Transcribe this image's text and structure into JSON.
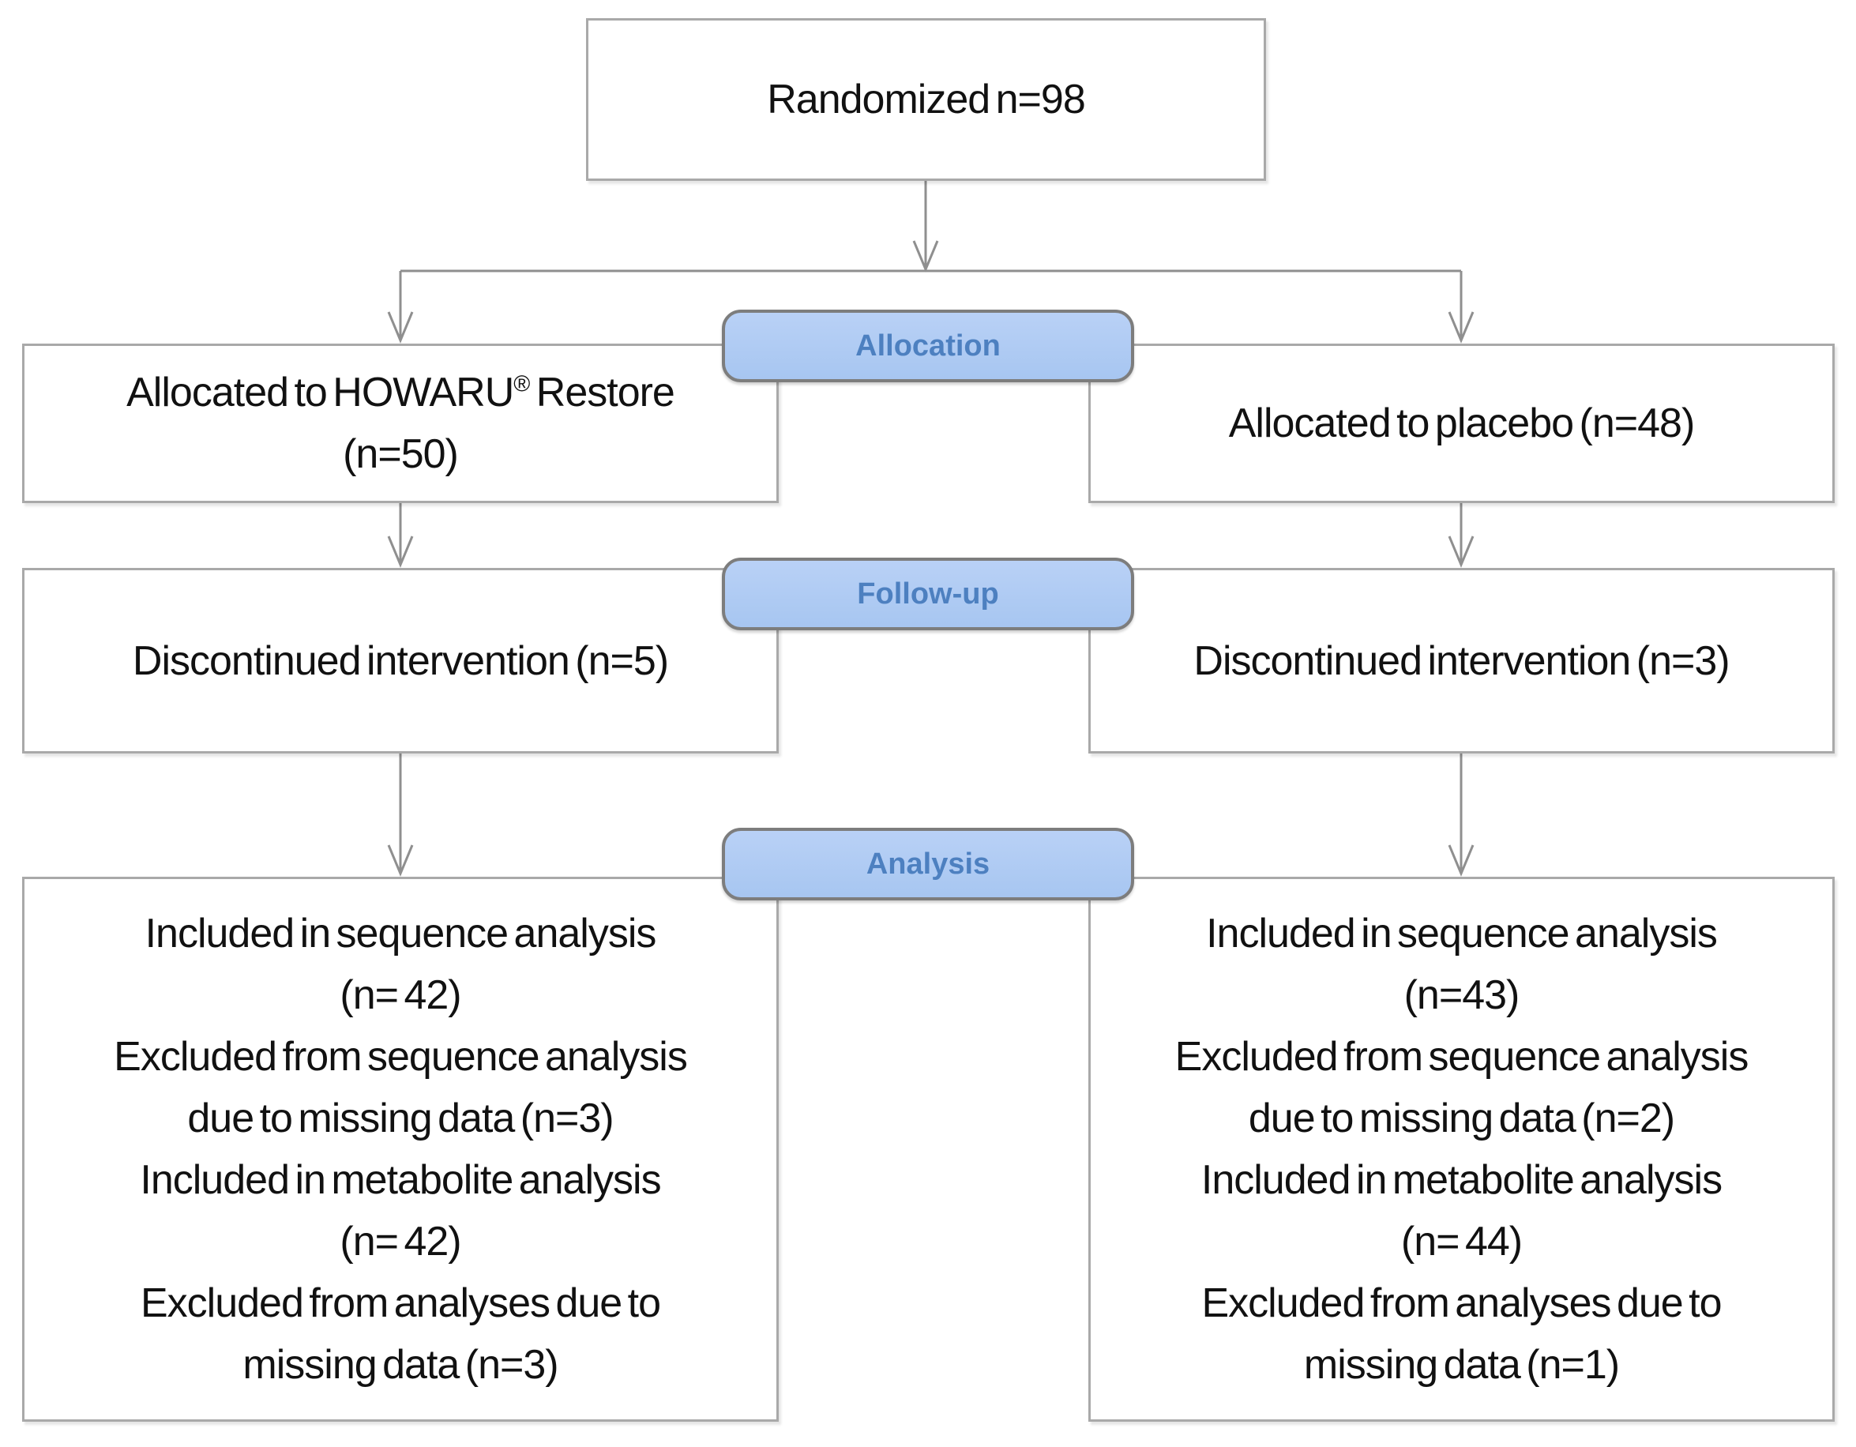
{
  "diagram": {
    "randomized_label": "Randomized n=98",
    "tabs": {
      "allocation": "Allocation",
      "followup": "Follow-up",
      "analysis": "Analysis"
    },
    "allocation_left": {
      "line1_pre": "Allocated to HOWARU",
      "line1_sup": "®",
      "line1_post": " Restore",
      "line2": "(n=50)"
    },
    "allocation_right_label": "Allocated to placebo (n=48)",
    "followup_left_label": "Discontinued intervention (n=5)",
    "followup_right_label": "Discontinued intervention (n=3)",
    "analysis_left_lines": [
      "Included in sequence analysis",
      "(n= 42)",
      "Excluded from sequence analysis",
      "due to missing data (n=3)",
      "Included in metabolite analysis",
      "(n= 42)",
      "Excluded from analyses due to",
      "missing data (n=3)"
    ],
    "analysis_right_lines": [
      "Included in sequence analysis",
      "(n=43)",
      "Excluded from sequence analysis",
      "due to missing data (n=2)",
      "Included in metabolite analysis",
      "(n= 44)",
      "Excluded from analyses due to",
      "missing data (n=1)"
    ],
    "colors": {
      "tab_fill": "#aecbf2",
      "tab_text": "#4d80c0",
      "tab_border": "#7d7d7d",
      "box_border": "#a9a9a9",
      "connector": "#8f8f8f",
      "text": "#111111"
    }
  }
}
